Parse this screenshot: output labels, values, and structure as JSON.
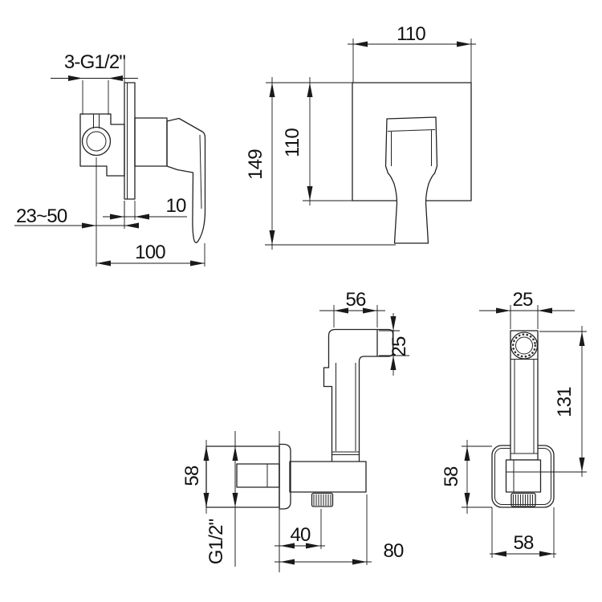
{
  "colors": {
    "background": "#ffffff",
    "line": "#222222",
    "text": "#111111"
  },
  "views": {
    "mixer_side": {
      "dims": {
        "thread_ports": "3-G1/2\"",
        "mount_depth_range": "23~50",
        "plate_thickness": "10",
        "body_depth": "100"
      }
    },
    "mixer_front": {
      "dims": {
        "plate_width": "110",
        "plate_height": "110",
        "total_height": "149"
      }
    },
    "holder_side": {
      "dims": {
        "head_length": "56",
        "head_height": "25",
        "flange_size": "58",
        "inlet_thread": "G1/2\"",
        "outlet_offset": "40",
        "body_depth": "80"
      }
    },
    "sprayer_front": {
      "dims": {
        "handle_width": "25",
        "handle_height": "131",
        "flange_height": "58",
        "flange_width": "58"
      }
    }
  }
}
